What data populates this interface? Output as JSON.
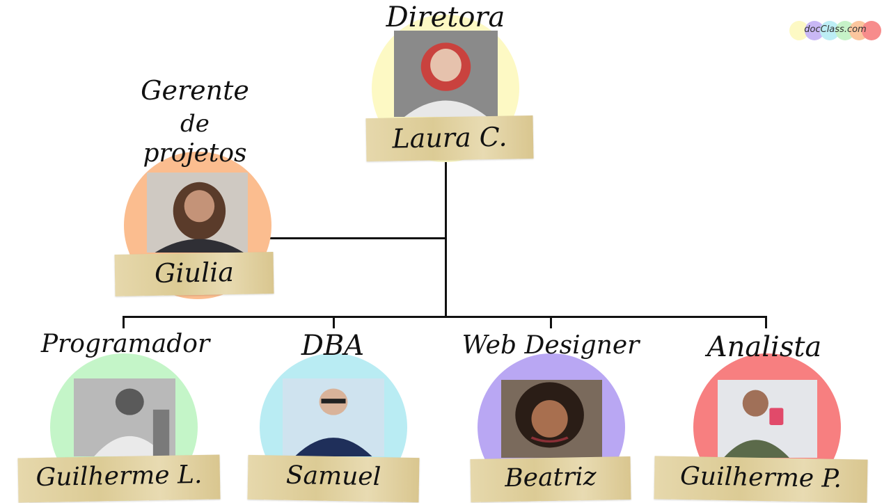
{
  "logo": {
    "text": "docClass.com"
  },
  "director": {
    "role": "Diretora",
    "name": "Laura C.",
    "color": "#fdf9c4"
  },
  "manager": {
    "role_lines": [
      "Gerente",
      "de",
      "projetos"
    ],
    "name": "Giulia",
    "color": "#fbbd8f"
  },
  "team": [
    {
      "role": "Programador",
      "name": "Guilherme L.",
      "color": "#c4f5c8"
    },
    {
      "role": "DBA",
      "name": "Samuel",
      "color": "#b9ecf3"
    },
    {
      "role": "Web Designer",
      "name": "Beatriz",
      "color": "#b9a7f3"
    },
    {
      "role": "Analista",
      "name": "Guilherme P.",
      "color": "#f77f80"
    }
  ],
  "icons": {
    "photo": "person-photo-icon"
  }
}
